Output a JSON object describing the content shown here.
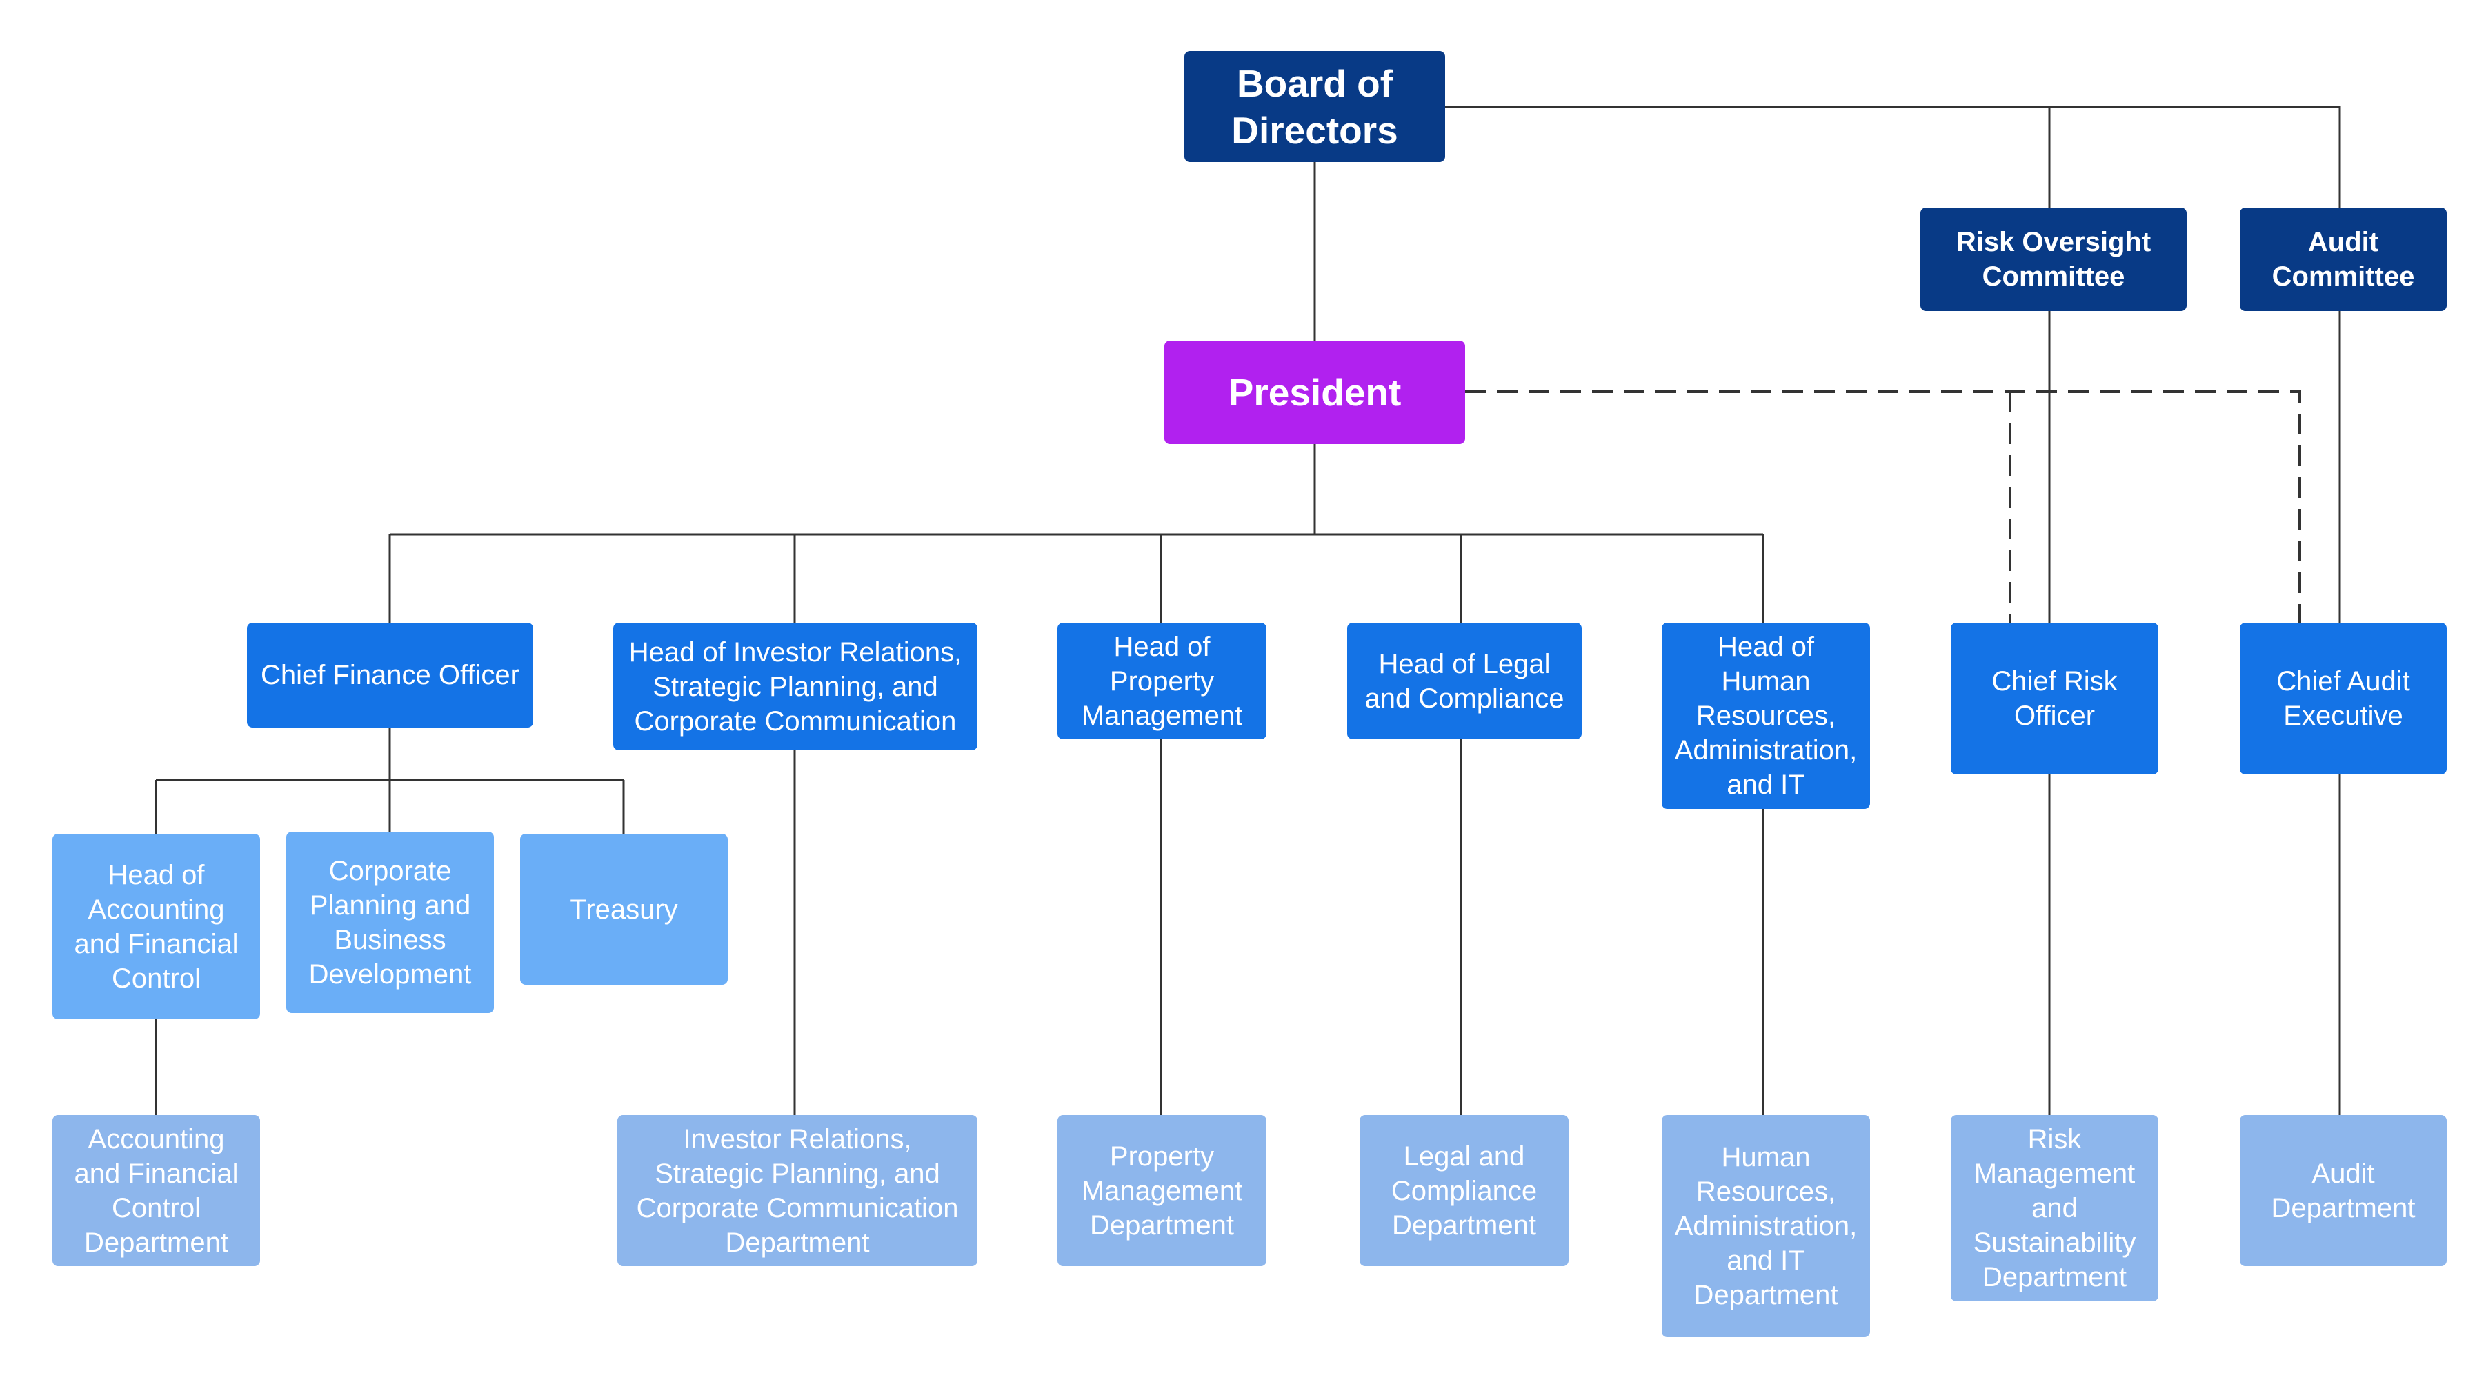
{
  "colors": {
    "board": "#083a86",
    "committee": "#083a86",
    "president": "#b121ef",
    "head": "#1473e6",
    "sub": "#6aaef7",
    "dept": "#8db6ec",
    "line": "#333333"
  },
  "nodes": {
    "board": "Board of\nDirectors",
    "risk_committee": "Risk Oversight\nCommittee",
    "audit_committee": "Audit\nCommittee",
    "president": "President",
    "cfo": "Chief Finance Officer",
    "head_ir": "Head of Investor Relations,\nStrategic Planning, and\nCorporate Communication",
    "head_property": "Head of\nProperty\nManagement",
    "head_legal": "Head of Legal\nand Compliance",
    "head_hr": "Head of\nHuman\nResources,\nAdministration,\nand IT",
    "chief_risk": "Chief Risk\nOfficer",
    "chief_audit": "Chief Audit\nExecutive",
    "head_accounting": "Head of\nAccounting\nand Financial\nControl",
    "corp_planning": "Corporate\nPlanning and\nBusiness\nDevelopment",
    "treasury": "Treasury",
    "dept_accounting": "Accounting\nand Financial\nControl\nDepartment",
    "dept_ir": "Investor Relations,\nStrategic Planning, and\nCorporate Communication\nDepartment",
    "dept_property": "Property\nManagement\nDepartment",
    "dept_legal": "Legal and\nCompliance\nDepartment",
    "dept_hr": "Human\nResources,\nAdministration,\nand IT\nDepartment",
    "dept_risk": "Risk\nManagement\nand\nSustainability\nDepartment",
    "dept_audit": "Audit\nDepartment"
  }
}
